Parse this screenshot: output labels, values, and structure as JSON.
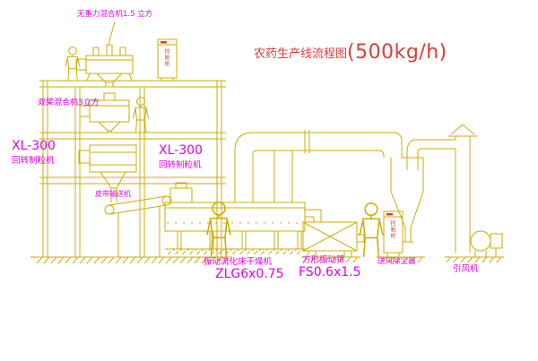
{
  "title": {
    "text": "农药生产线流程图",
    "capacity": "(500kg/h)"
  },
  "labels": {
    "top_mixer": "无重力混合机1.5 立方",
    "paddle_mixer": "双桨混合机3立方",
    "granulator_left_model": "XL-300",
    "granulator_left_name": "回转制粒机",
    "granulator_center_model": "XL-300",
    "granulator_center_name": "回转制粒机",
    "belt_conveyor": "皮带输送机",
    "dryer_name": "振动流化床干燥机",
    "dryer_model": "ZLG6x0.75",
    "sieve_name": "方形振动筛",
    "sieve_model": "FS0.6x1.5",
    "dust_blower": "送风除尘器",
    "induced_fan": "引风机",
    "cabinet1_text": "控制柜",
    "cabinet2_text": "控制柜"
  },
  "colors": {
    "background": "#ffffff",
    "line_yellow": "#ccac00",
    "label_magenta": "#e100e1",
    "title_red": "#e03a3a",
    "cabinet_red": "#e03a3a"
  }
}
